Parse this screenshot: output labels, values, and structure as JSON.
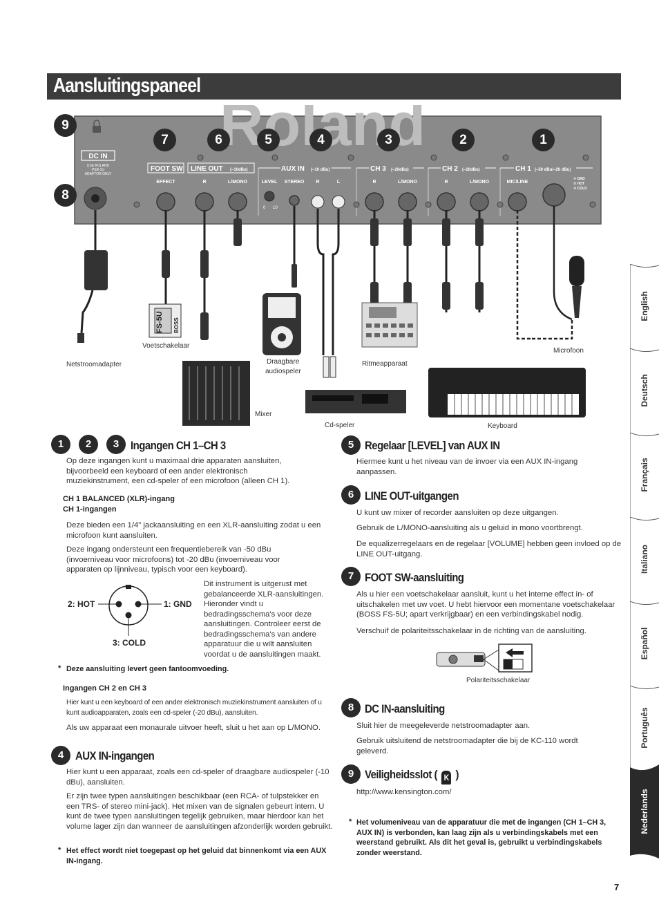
{
  "title": "Aansluitingspaneel",
  "panel": {
    "logo": "Roland",
    "dcin_label": "DC IN",
    "dcin_sub": [
      "USE ROLAND",
      "PSB-1U",
      "ADAPTOR ONLY"
    ],
    "sections": {
      "foot_sw": "FOOT SW",
      "line_out": "LINE OUT",
      "line_out_db": "(–10dBu)",
      "aux_in": "AUX IN",
      "aux_in_db": "(–10 dBu)",
      "ch3": "CH 3",
      "ch3_db": "(–20dBu)",
      "ch2": "CH 2",
      "ch2_db": "(–20dBu)",
      "ch1": "CH 1",
      "ch1_db": "(–50 dBu/–20 dBu)"
    },
    "jack_labels": {
      "effect": "EFFECT",
      "lo_r": "R",
      "lo_l": "L/MONO",
      "level": "LEVEL",
      "stereo": "STEREO",
      "aux_r": "R",
      "aux_l": "L",
      "ch3_r": "R",
      "ch3_l": "L/MONO",
      "ch2_r": "R",
      "ch2_l": "L/MONO",
      "micline": "MIC/LINE"
    },
    "knob_min": "0",
    "knob_max": "10",
    "xlr_pins": [
      "① GND",
      "② HOT",
      "③ COLD"
    ],
    "badges": [
      "9",
      "8",
      "7",
      "6",
      "5",
      "4",
      "3",
      "2",
      "1"
    ]
  },
  "devices": {
    "footswitch_model": "FS-5U",
    "footswitch_brand": "BOSS",
    "netstroomadapter": "Netstroomadapter",
    "voetschakelaar": "Voetschakelaar",
    "draagbare": [
      "Draagbare",
      "audiospeler"
    ],
    "ritmeapparaat": "Ritmeapparaat",
    "microfoon": "Microfoon",
    "mixer": "Mixer",
    "cdspeler": "Cd-speler",
    "keyboard": "Keyboard"
  },
  "left_column": {
    "badges123": [
      "1",
      "2",
      "3"
    ],
    "h_ingangen": "Ingangen CH 1–CH 3",
    "p1": "Op deze ingangen kunt u maximaal drie apparaten aansluiten, bijvoorbeeld een keyboard of een ander elektronisch muziekinstrument, een cd-speler of een microfoon (alleen CH 1).",
    "sub_ch1_line1": "CH 1 BALANCED (XLR)-ingang",
    "sub_ch1_line2": "CH 1-ingangen",
    "p2": "Deze bieden een 1/4\" jackaansluiting en een XLR-aansluiting zodat u een microfoon kunt aansluiten.",
    "p3": "Deze ingang ondersteunt een frequentiebereik van -50 dBu (invoerniveau voor microfoons) tot -20 dBu (invoerniveau voor apparaten op lijnniveau, typisch voor een keyboard).",
    "xlr_hot": "2: HOT",
    "xlr_gnd": "1: GND",
    "xlr_cold": "3: COLD",
    "xlr_text": "Dit instrument is uitgerust met gebalanceerde XLR-aansluitingen. Hieronder vindt u bedradingsschema's voor deze aansluitingen. Controleer eerst de bedradingsschema's van andere apparatuur die u wilt aansluiten voordat u de aansluitingen maakt.",
    "star": "*",
    "note_phantom": "Deze aansluiting levert geen fantoomvoeding.",
    "sub_ch23": "Ingangen CH 2 en CH 3",
    "p_ch23": "Hier kunt u een keyboard of een ander elektronisch muziekinstrument aansluiten of u kunt audioapparaten, zoals een cd-speler (-20 dBu), aansluiten.",
    "p_mono": "Als uw apparaat een monaurale uitvoer heeft, sluit u het aan op L/MONO.",
    "badge4": "4",
    "h_auxin": "AUX IN-ingangen",
    "p_aux1": "Hier kunt u een apparaat, zoals een cd-speler of draagbare audiospeler (-10 dBu), aansluiten.",
    "p_aux2": "Er zijn twee typen aansluitingen beschikbaar (een RCA- of tulpstekker en een TRS- of stereo mini-jack). Het mixen van de signalen gebeurt intern. U kunt de twee typen aansluitingen tegelijk gebruiken, maar hierdoor kan het volume lager zijn dan wanneer de aansluitingen afzonderlijk worden gebruikt.",
    "note_effect": "Het effect wordt niet toegepast op het geluid dat binnenkomt via een AUX IN-ingang."
  },
  "right_column": {
    "badge5": "5",
    "h_level": "Regelaar [LEVEL] van AUX IN",
    "p_level": "Hiermee kunt u het niveau van de invoer via een AUX IN-ingang aanpassen.",
    "badge6": "6",
    "h_lineout": "LINE OUT-uitgangen",
    "p_lo1": "U kunt uw mixer of recorder aansluiten op deze uitgangen.",
    "p_lo2": "Gebruik de L/MONO-aansluiting als u geluid in mono voortbrengt.",
    "p_lo3": "De equalizerregelaars en de regelaar [VOLUME] hebben geen invloed op de LINE OUT-uitgang.",
    "badge7": "7",
    "h_footsw": "FOOT SW-aansluiting",
    "p_fs1": "Als u hier een voetschakelaar aansluit, kunt u het interne effect in- of uitschakelen met uw voet. U hebt hiervoor een momentane voetschakelaar (BOSS FS-5U; apart verkrijgbaar) en een verbindingskabel nodig.",
    "p_fs2": "Verschuif de polariteitsschakelaar in de richting van de aansluiting.",
    "polariteit": "Polariteitsschakelaar",
    "badge8": "8",
    "h_dcin": "DC IN-aansluiting",
    "p_dc1": "Sluit hier de meegeleverde netstroomadapter aan.",
    "p_dc2": "Gebruik uitsluitend de netstroomadapter die bij de KC-110 wordt geleverd.",
    "badge9": "9",
    "h_slot": "Veiligheidsslot (",
    "h_slot_end": ")",
    "kensington_glyph": "K",
    "url": "http://www.kensington.com/",
    "star": "*",
    "note_volume": "Het volumeniveau van de apparatuur die met de ingangen (CH 1–CH 3, AUX IN) is verbonden, kan laag zijn als u verbindingskabels met een weerstand gebruikt. Als dit het geval is, gebruikt u verbindingskabels zonder weerstand."
  },
  "tabs": [
    "English",
    "Deutsch",
    "Français",
    "Italiano",
    "Español",
    "Português",
    "Nederlands"
  ],
  "active_tab": "Nederlands",
  "page_number": "7"
}
